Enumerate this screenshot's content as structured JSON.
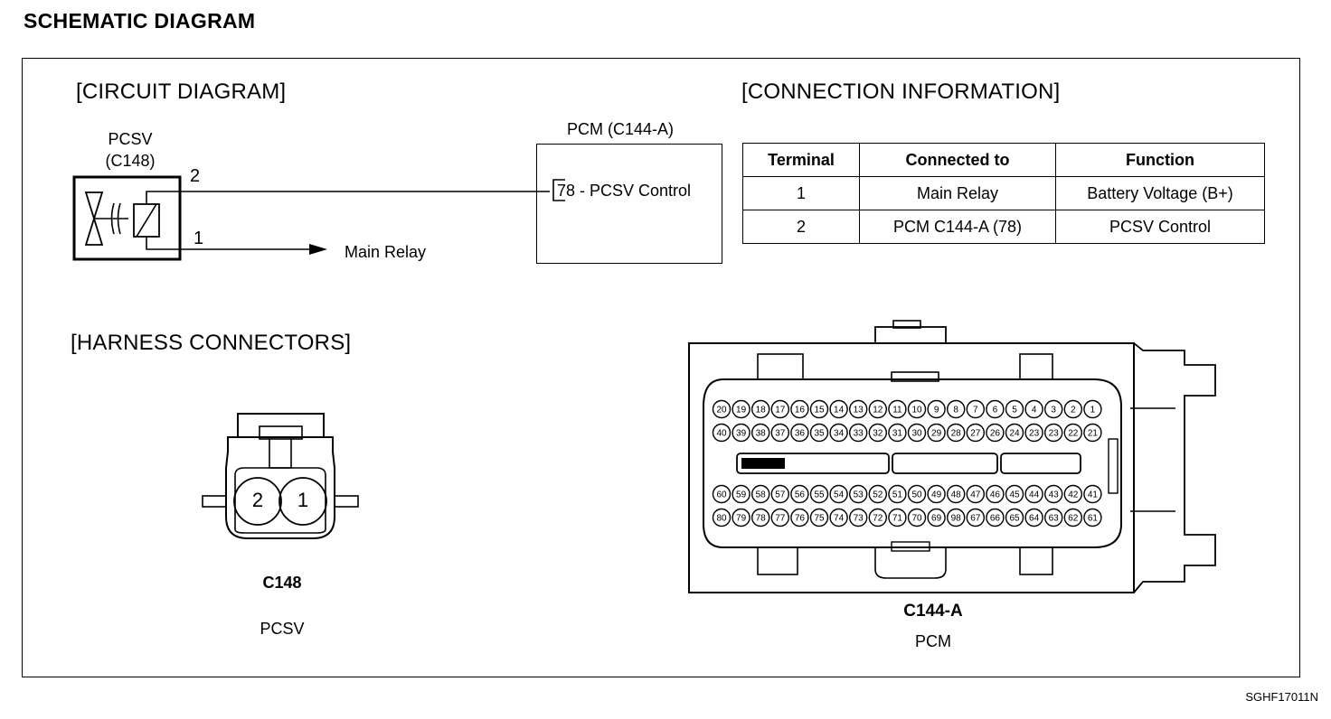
{
  "page": {
    "title": "SCHEMATIC DIAGRAM",
    "code": "SGHF17011N"
  },
  "circuit": {
    "heading": "[CIRCUIT DIAGRAM]",
    "component_name": "PCSV",
    "component_connector": "(C148)",
    "pin2": "2",
    "pin1": "1",
    "main_relay": "Main Relay",
    "pcm_label": "PCM (C144-A)",
    "pcm_pin": "78 - PCSV Control"
  },
  "connection": {
    "heading": "[CONNECTION INFORMATION]",
    "headers": [
      "Terminal",
      "Connected to",
      "Function"
    ],
    "rows": [
      [
        "1",
        "Main Relay",
        "Battery Voltage (B+)"
      ],
      [
        "2",
        "PCM C144-A (78)",
        "PCSV Control"
      ]
    ]
  },
  "harness": {
    "heading": "[HARNESS CONNECTORS]",
    "c148": {
      "pins": [
        "2",
        "1"
      ],
      "name": "C148",
      "desc": "PCSV"
    },
    "c144a": {
      "name": "C144-A",
      "desc": "PCM",
      "row1": [
        "20",
        "19",
        "18",
        "17",
        "16",
        "15",
        "14",
        "13",
        "12",
        "11",
        "10",
        "9",
        "8",
        "7",
        "6",
        "5",
        "4",
        "3",
        "2",
        "1"
      ],
      "row2": [
        "40",
        "39",
        "38",
        "37",
        "36",
        "35",
        "34",
        "33",
        "32",
        "31",
        "30",
        "29",
        "28",
        "27",
        "26",
        "24",
        "23",
        "23",
        "22",
        "21"
      ],
      "row3": [
        "60",
        "59",
        "58",
        "57",
        "56",
        "55",
        "54",
        "53",
        "52",
        "51",
        "50",
        "49",
        "48",
        "47",
        "46",
        "45",
        "44",
        "43",
        "42",
        "41"
      ],
      "row4": [
        "80",
        "79",
        "78",
        "77",
        "76",
        "75",
        "74",
        "73",
        "72",
        "71",
        "70",
        "69",
        "98",
        "67",
        "66",
        "65",
        "64",
        "63",
        "62",
        "61"
      ]
    }
  }
}
